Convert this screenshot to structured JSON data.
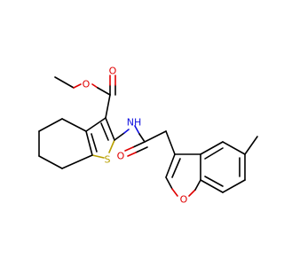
{
  "molecule": {
    "atoms": {
      "o_methoxy": "O",
      "o_carbonyl_ester": "O",
      "nh": "NH",
      "s": "S",
      "o_carbonyl_amide": "O",
      "o_furan": "O"
    },
    "colors": {
      "oxygen": "#e00000",
      "nitrogen": "#1010e0",
      "sulfur": "#b8a000",
      "carbon": "#000000"
    }
  }
}
